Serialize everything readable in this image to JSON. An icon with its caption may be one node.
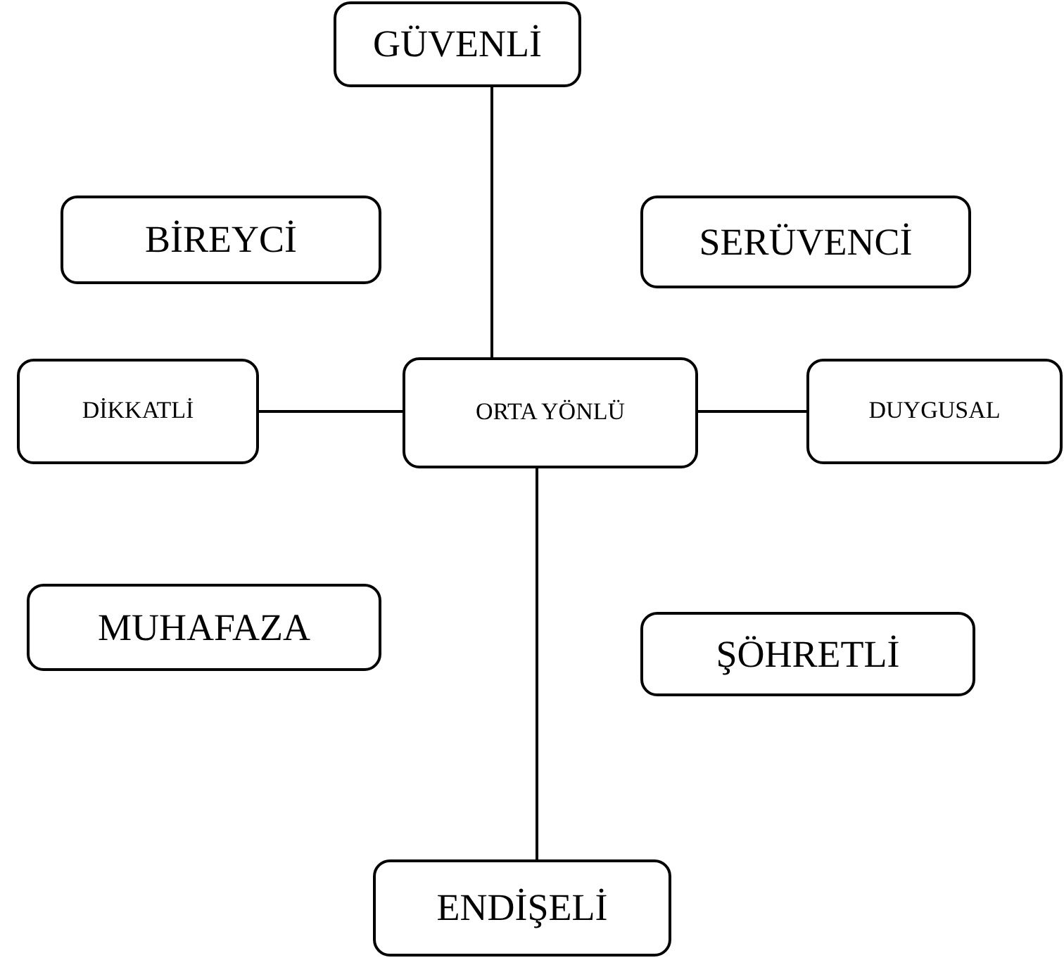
{
  "diagram": {
    "nodes": [
      {
        "text": [
          "GÜVENLİ"
        ]
      },
      {
        "text": [
          "BİREYCİ"
        ]
      },
      {
        "text": [
          "SERÜVENCİ"
        ]
      },
      {
        "text": [
          "DİKKATLİ"
        ]
      },
      {
        "text": [
          "ORTA YÖNLÜ"
        ]
      },
      {
        "text": [
          "DUYGUSAL"
        ]
      },
      {
        "text": [
          "MUHAFAZA"
        ]
      },
      {
        "text": [
          "ŞÖHRETLİ"
        ]
      },
      {
        "text": [
          "ENDİŞELİ"
        ]
      }
    ],
    "edges": [
      {
        "from": 4,
        "to": 0,
        "arrow": "none"
      },
      {
        "from": 4,
        "to": 3,
        "arrow": "none"
      },
      {
        "from": 4,
        "to": 5,
        "arrow": "none"
      },
      {
        "from": 4,
        "to": 8,
        "arrow": "none"
      }
    ]
  }
}
